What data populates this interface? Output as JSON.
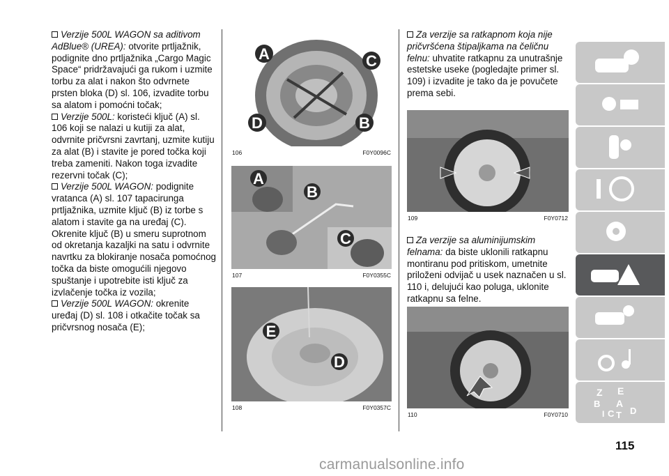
{
  "col1": [
    {
      "label": "Verzije 500L WAGON sa aditivom AdBlue® (UREA):",
      "text": " otvorite prtljažnik, podignite dno prtljažnika „Cargo Magic Space“ pridržavajući ga rukom i uzmite torbu za alat i nakon što odvrnete prsten bloka (D) sl. 106, izvadite torbu sa alatom i pomoćni točak;"
    },
    {
      "label": "Verzije 500L:",
      "text": " koristeći ključ (A) sl. 106 koji se nalazi u kutiji za alat, odvrnite pričvrsni zavrtanj, uzmite kutiju za alat (B) i stavite je pored točka koji treba zameniti. Nakon toga izvadite rezervni točak (C);"
    },
    {
      "label": "Verzije 500L WAGON:",
      "text": " podignite vratanca (A) sl. 107 tapacirunga prtljažnika, uzmite ključ (B) iz torbe s alatom i stavite ga na uređaj (C). Okrenite ključ (B) u smeru suprotnom od okretanja kazaljki na satu i odvrnite navrtku za blokiranje nosača pomoćnog točka da biste omogućili njegovo spuštanje i upotrebite isti ključ za izvlačenje točka iz vozila;"
    },
    {
      "label": "Verzije 500L WAGON:",
      "text": " okrenite uređaj (D) sl. 108 i otkačite točak sa pričvrsnog nosača (E);"
    }
  ],
  "col3": [
    {
      "label": "Za verzije sa ratkapnom koja nije pričvršćena štipaljkama na čeličnu felnu:",
      "text": " uhvatite ratkapnu za unutrašnje estetske useke (pogledajte primer sl. 109) i izvadite je tako da je povučete prema sebi."
    },
    {
      "label": "Za verzije sa aluminijumskim felnama:",
      "text": " da biste uklonili ratkapnu montiranu pod pritiskom, umetnite priloženi odvijač u usek naznačen u sl. 110 i, delujući kao poluga, uklonite ratkapnu sa felne."
    }
  ],
  "figures": {
    "f106": {
      "num": "106",
      "code": "F0Y0096C",
      "labels": [
        "A",
        "C",
        "D",
        "B"
      ]
    },
    "f107": {
      "num": "107",
      "code": "F0Y0355C",
      "labels": [
        "A",
        "B",
        "C"
      ]
    },
    "f108": {
      "num": "108",
      "code": "F0Y0357C",
      "labels": [
        "E",
        "D"
      ]
    },
    "f109": {
      "num": "109",
      "code": "F0Y0712"
    },
    "f110": {
      "num": "110",
      "code": "F0Y0710"
    }
  },
  "page_number": "115",
  "watermark": "carmanualsonline.info",
  "tab_letters": [
    "Z",
    "E",
    "B",
    "A",
    "I",
    "C",
    "T",
    "D"
  ],
  "colors": {
    "accent_tab": "#58595b",
    "tab": "#c8c8c8",
    "label_badge": "#2b2b2b"
  }
}
